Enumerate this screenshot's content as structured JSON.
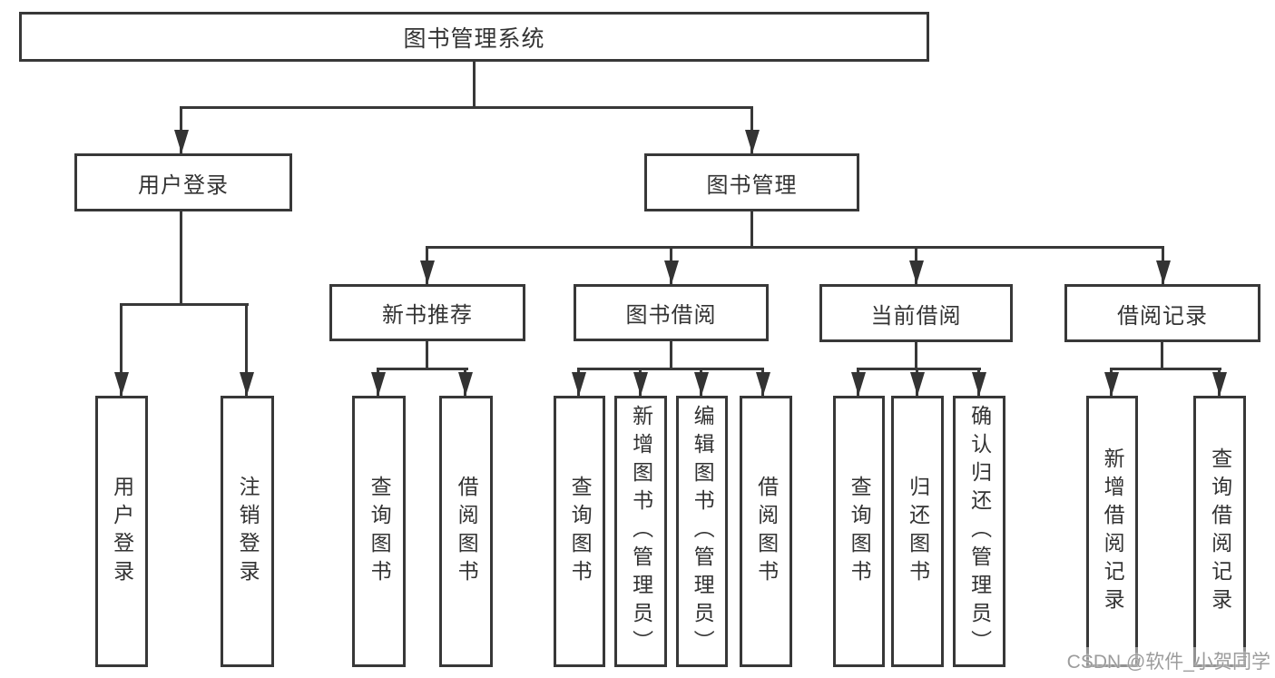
{
  "diagram": {
    "root": {
      "label": "图书管理系统"
    },
    "branches": [
      {
        "label": "用户登录",
        "children": [
          {
            "label": "用户登录"
          },
          {
            "label": "注销登录"
          }
        ]
      },
      {
        "label": "图书管理",
        "children": [
          {
            "label": "新书推荐",
            "children": [
              {
                "label": "查询图书"
              },
              {
                "label": "借阅图书"
              }
            ]
          },
          {
            "label": "图书借阅",
            "children": [
              {
                "label": "查询图书"
              },
              {
                "label": "新增图书（管理员）"
              },
              {
                "label": "编辑图书（管理员）"
              },
              {
                "label": "借阅图书"
              }
            ]
          },
          {
            "label": "当前借阅",
            "children": [
              {
                "label": "查询图书"
              },
              {
                "label": "归还图书"
              },
              {
                "label": "确认归还（管理员）"
              }
            ]
          },
          {
            "label": "借阅记录",
            "children": [
              {
                "label": "新增借阅记录"
              },
              {
                "label": "查询借阅记录"
              }
            ]
          }
        ]
      }
    ]
  },
  "colors": {
    "line": "#383838",
    "box_border": "#383838",
    "text": "#333333",
    "background": "#ffffff",
    "watermark": "#9c9c9c"
  },
  "watermark": {
    "text": "CSDN @软件_小贺同学"
  }
}
